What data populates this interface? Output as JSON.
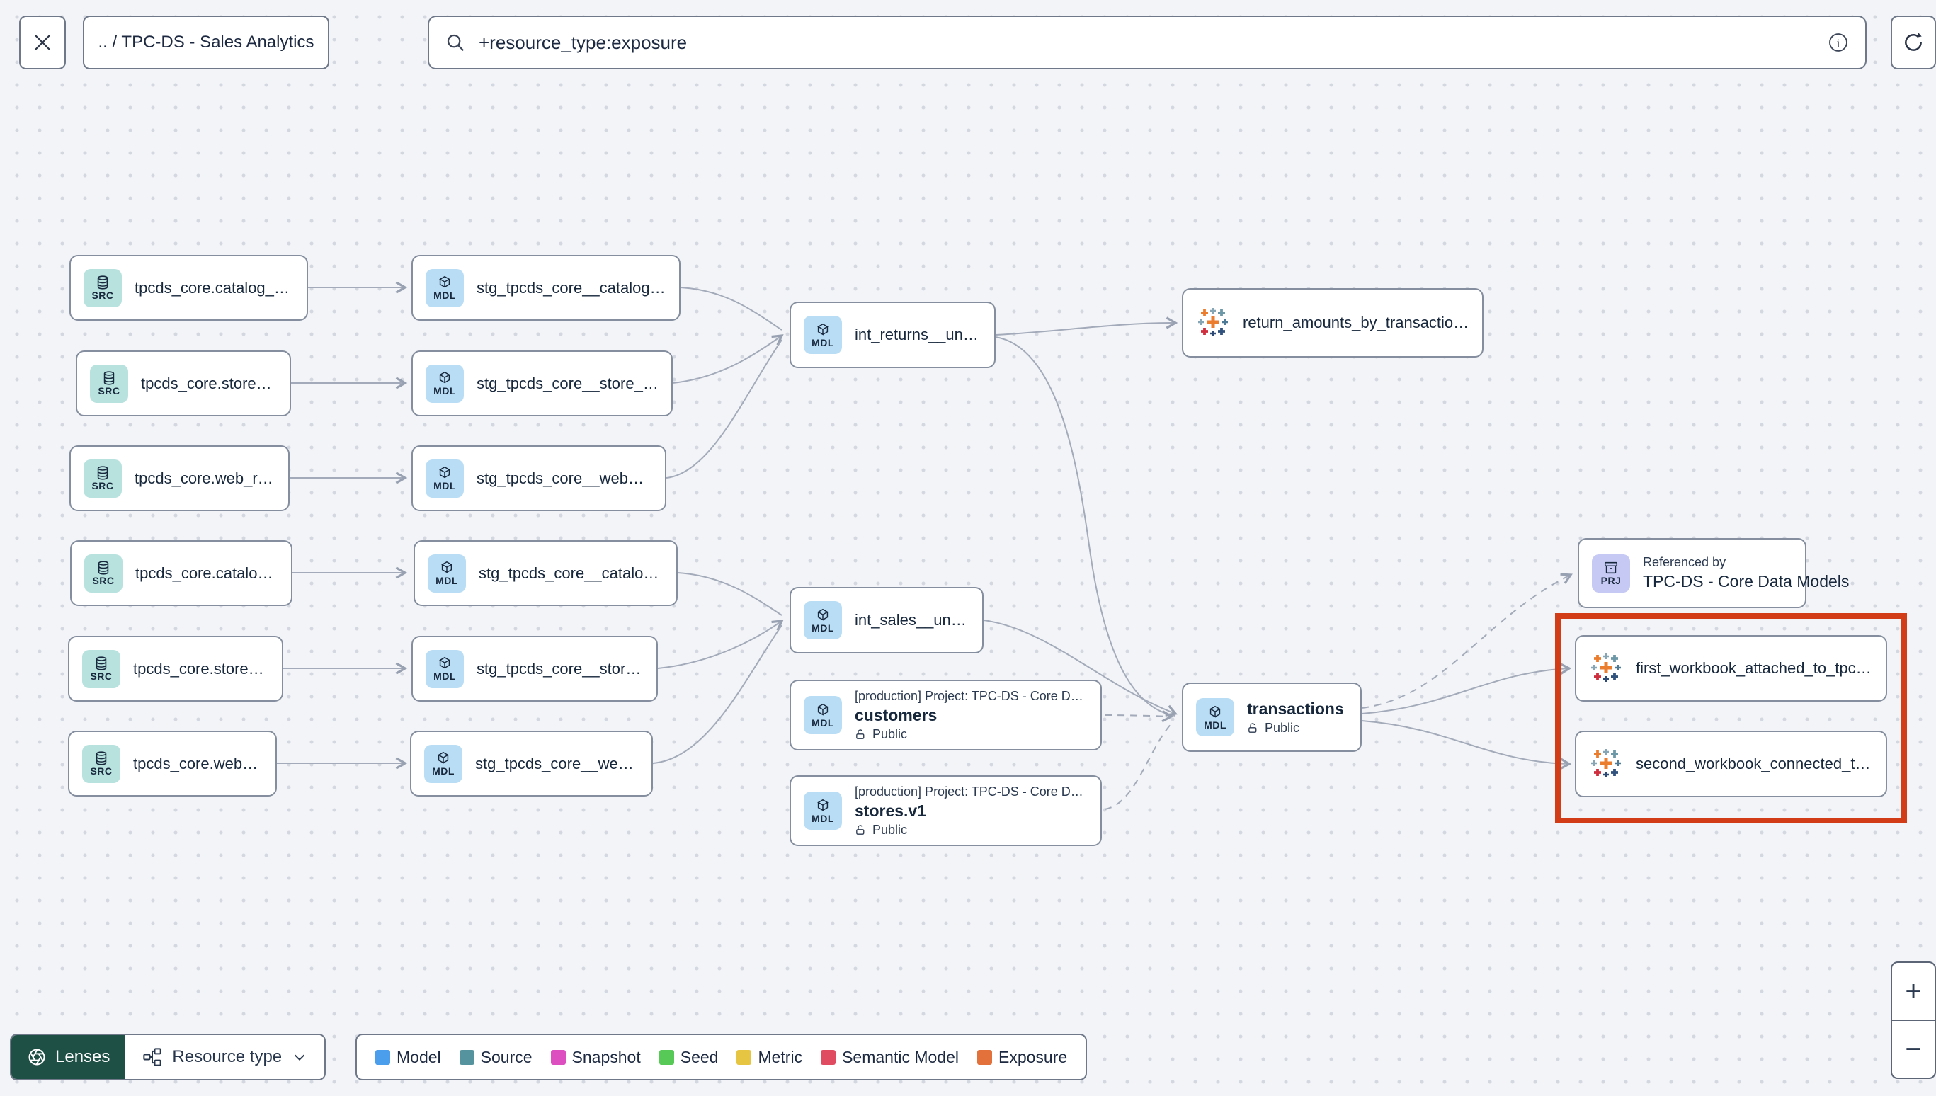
{
  "header": {
    "close_icon": "close",
    "breadcrumb": ".. / TPC-DS - Sales Analytics",
    "search": {
      "value": "+resource_type:exposure",
      "icon": "magnifier"
    },
    "info_icon": "info",
    "refresh_icon": "refresh"
  },
  "graph": {
    "sources": [
      {
        "badge": "SRC",
        "label": "tpcds_core.catalog_returns"
      },
      {
        "badge": "SRC",
        "label": "tpcds_core.store_returns"
      },
      {
        "badge": "SRC",
        "label": "tpcds_core.web_returns"
      },
      {
        "badge": "SRC",
        "label": "tpcds_core.catalog_sales"
      },
      {
        "badge": "SRC",
        "label": "tpcds_core.store_sales"
      },
      {
        "badge": "SRC",
        "label": "tpcds_core.web_sales"
      }
    ],
    "staging": [
      {
        "badge": "MDL",
        "label": "stg_tpcds_core__catalog_returns"
      },
      {
        "badge": "MDL",
        "label": "stg_tpcds_core__store_returns"
      },
      {
        "badge": "MDL",
        "label": "stg_tpcds_core__web_returns"
      },
      {
        "badge": "MDL",
        "label": "stg_tpcds_core__catalog_sales"
      },
      {
        "badge": "MDL",
        "label": "stg_tpcds_core__store_sales"
      },
      {
        "badge": "MDL",
        "label": "stg_tpcds_core__web_sales"
      }
    ],
    "intermediate": [
      {
        "badge": "MDL",
        "label": "int_returns__unioned"
      },
      {
        "badge": "MDL",
        "label": "int_sales__unioned"
      }
    ],
    "cross_project": [
      {
        "badge": "MDL",
        "project": "[production] Project: TPC-DS - Core Data Mo…",
        "name": "customers",
        "access": "Public"
      },
      {
        "badge": "MDL",
        "project": "[production] Project: TPC-DS - Core Data Mo…",
        "name": "stores.v1",
        "access": "Public"
      }
    ],
    "transactions": {
      "badge": "MDL",
      "name": "transactions",
      "access": "Public"
    },
    "referenced_by": {
      "badge": "PRJ",
      "title": "Referenced by",
      "name": "TPC-DS - Core Data Models"
    },
    "exposures": [
      {
        "label": "return_amounts_by_transaction_type"
      },
      {
        "label": "first_workbook_attached_to_tpc-ds_-_…"
      },
      {
        "label": "second_workbook_connected_to_live…"
      }
    ]
  },
  "footer": {
    "lenses_label": "Lenses",
    "lens_selector_label": "Resource type",
    "legend": [
      {
        "label": "Model",
        "color": "#4a9eeb"
      },
      {
        "label": "Source",
        "color": "#55949e"
      },
      {
        "label": "Snapshot",
        "color": "#dd4fc0"
      },
      {
        "label": "Seed",
        "color": "#57c956"
      },
      {
        "label": "Metric",
        "color": "#e5c542"
      },
      {
        "label": "Semantic Model",
        "color": "#e14b62"
      },
      {
        "label": "Exposure",
        "color": "#e2713c"
      }
    ]
  },
  "zoom_controls": {
    "zoom_in": "+",
    "zoom_out": "−"
  }
}
